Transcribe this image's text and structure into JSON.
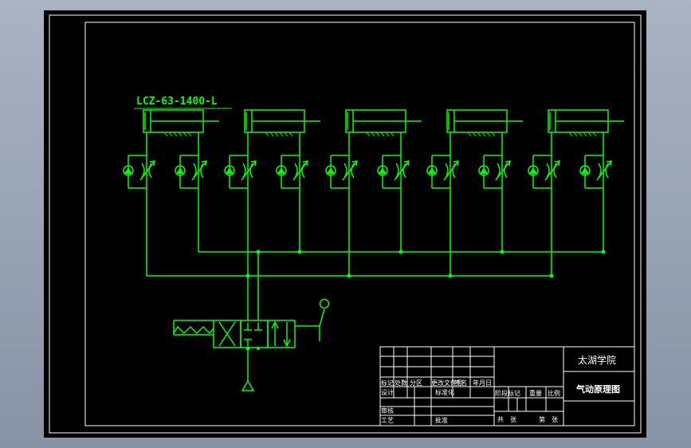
{
  "diagram": {
    "part_label": "LCZ-63-1400-L",
    "cylinder_count": 5
  },
  "title_block": {
    "school": "太湖学院",
    "drawing_title": "气动原理图",
    "row_headers": [
      "标记",
      "处数",
      "分区",
      "更改文件号",
      "签名",
      "年月日"
    ],
    "design": "设计",
    "standardization": "标准化",
    "audit": "审核",
    "process": "工艺",
    "approve": "批准",
    "stage_labels": [
      "阶段标记",
      "重量",
      "比例"
    ],
    "sheet_total": "共",
    "sheet_unit": "张",
    "sheet_no": "第",
    "sheet_unit2": "张"
  },
  "colors": {
    "frame": "#ffffff",
    "lines": "#00ff00",
    "background": "#000000",
    "viewport": "#9aa4b4"
  }
}
